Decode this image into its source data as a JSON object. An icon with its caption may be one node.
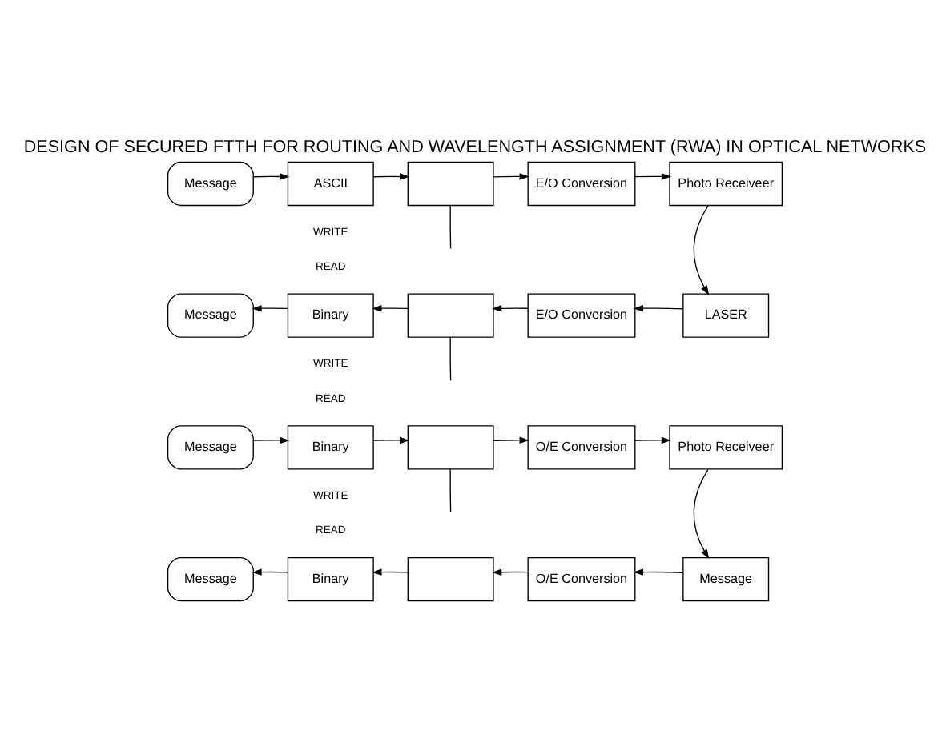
{
  "diagram": {
    "title": "DESIGN OF SECURED FTTH FOR ROUTING AND WAVELENGTH ASSIGNMENT (RWA) IN OPTICAL NETWORKS",
    "nodes": [
      {
        "text": [
          "Message"
        ]
      },
      {
        "text": [
          "ASCII"
        ]
      },
      {
        "text": [],
        "shape": "box"
      },
      {
        "text": [
          "E/O Conversion"
        ]
      },
      {
        "text": [
          "Photo Receiveer"
        ]
      },
      {
        "text": [
          "LASER"
        ]
      },
      {
        "text": [
          "E/O Conversion"
        ]
      },
      {
        "text": [],
        "shape": "box"
      },
      {
        "text": [
          "Binary"
        ]
      },
      {
        "text": [
          "Message"
        ]
      },
      {
        "text": [
          "Message"
        ]
      },
      {
        "text": [
          "Binary"
        ]
      },
      {
        "text": [],
        "shape": "box"
      },
      {
        "text": [
          "O/E Conversion"
        ]
      },
      {
        "text": [
          "Photo Receiveer"
        ]
      },
      {
        "text": [
          "Message"
        ]
      },
      {
        "text": [
          "O/E Conversion"
        ]
      },
      {
        "text": [],
        "shape": "box"
      },
      {
        "text": [
          "Binary"
        ]
      },
      {
        "text": [
          "Message"
        ]
      }
    ],
    "edges": [
      {
        "from": 0,
        "to": 1,
        "arrow": "to"
      },
      {
        "from": 1,
        "to": 2,
        "arrow": "to"
      },
      {
        "from": 2,
        "to": 3,
        "arrow": "to"
      },
      {
        "from": 3,
        "to": 4,
        "arrow": "to"
      },
      {
        "from": 2,
        "to": null,
        "arrow": "none"
      },
      {
        "from": 4,
        "to": 5,
        "arrow": "to"
      },
      {
        "from": 5,
        "to": 6,
        "arrow": "to"
      },
      {
        "from": 6,
        "to": 7,
        "arrow": "to"
      },
      {
        "from": 7,
        "to": 8,
        "arrow": "to"
      },
      {
        "from": 8,
        "to": 9,
        "arrow": "to"
      },
      {
        "from": 7,
        "to": null,
        "arrow": "none"
      },
      {
        "from": 10,
        "to": 11,
        "arrow": "to"
      },
      {
        "from": 11,
        "to": 12,
        "arrow": "to"
      },
      {
        "from": 12,
        "to": 13,
        "arrow": "to"
      },
      {
        "from": 13,
        "to": 14,
        "arrow": "to"
      },
      {
        "from": 12,
        "to": null,
        "arrow": "none"
      },
      {
        "from": 14,
        "to": 15,
        "arrow": "to"
      },
      {
        "from": 15,
        "to": 16,
        "arrow": "to"
      },
      {
        "from": 16,
        "to": 17,
        "arrow": "to"
      },
      {
        "from": 17,
        "to": 18,
        "arrow": "to"
      },
      {
        "from": 18,
        "to": 19,
        "arrow": "to"
      }
    ],
    "labels": [
      "WRITE",
      "READ",
      "WRITE",
      "READ",
      "WRITE",
      "READ"
    ]
  }
}
